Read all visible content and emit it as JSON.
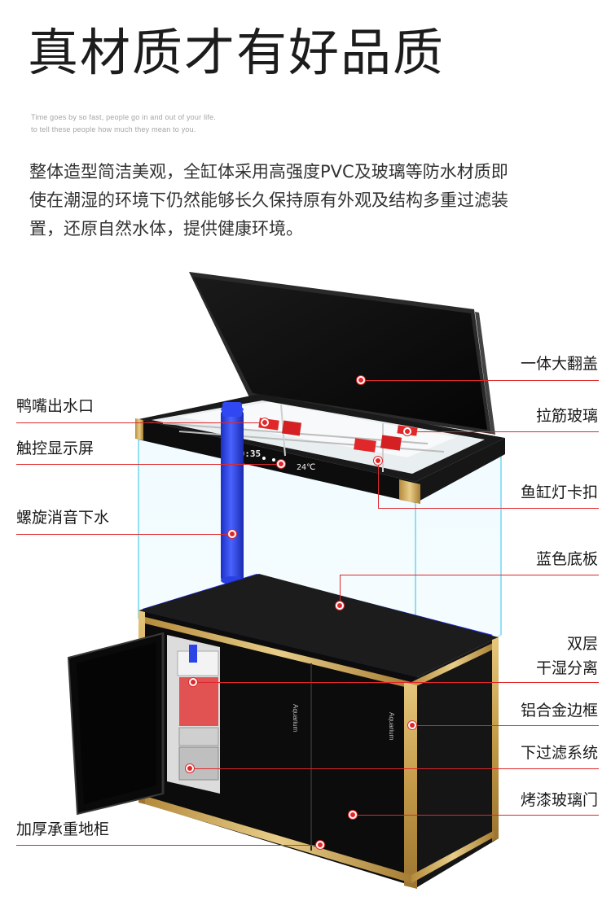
{
  "title": "真材质才有好品质",
  "tagline": [
    "Time goes by so fast, people go in and out of your life.",
    "to tell these people how much they mean to you."
  ],
  "description": [
    "整体造型简洁美观，全缸体采用高强度PVC及玻璃等防水材质即",
    "使在潮湿的环境下仍然能够长久保持原有外观及结构多重过滤装",
    "置，还原自然水体，提供健康环境。"
  ],
  "labels": {
    "lid": "一体大翻盖",
    "duckbill_outlet": "鸭嘴出水口",
    "brace_glass": "拉筋玻璃",
    "touch_display": "触控显示屏",
    "lamp_clip": "鱼缸灯卡扣",
    "spiral_drain": "螺旋消音下水",
    "blue_base": "蓝色底板",
    "double_layer_1": "双层",
    "double_layer_2": "干湿分离",
    "aluminum_frame": "铝合金边框",
    "sump_filter": "下过滤系统",
    "glass_door": "烤漆玻璃门",
    "cabinet": "加厚承重地柜"
  },
  "display": {
    "time": "10:35",
    "temp": "24℃"
  },
  "brand": "Aquarium",
  "colors": {
    "accent": "#e0282a",
    "gold": "#c8a052",
    "blue_base": "#1f2bf0",
    "pipe": "#2a44e8",
    "black": "#0c0c0c"
  }
}
